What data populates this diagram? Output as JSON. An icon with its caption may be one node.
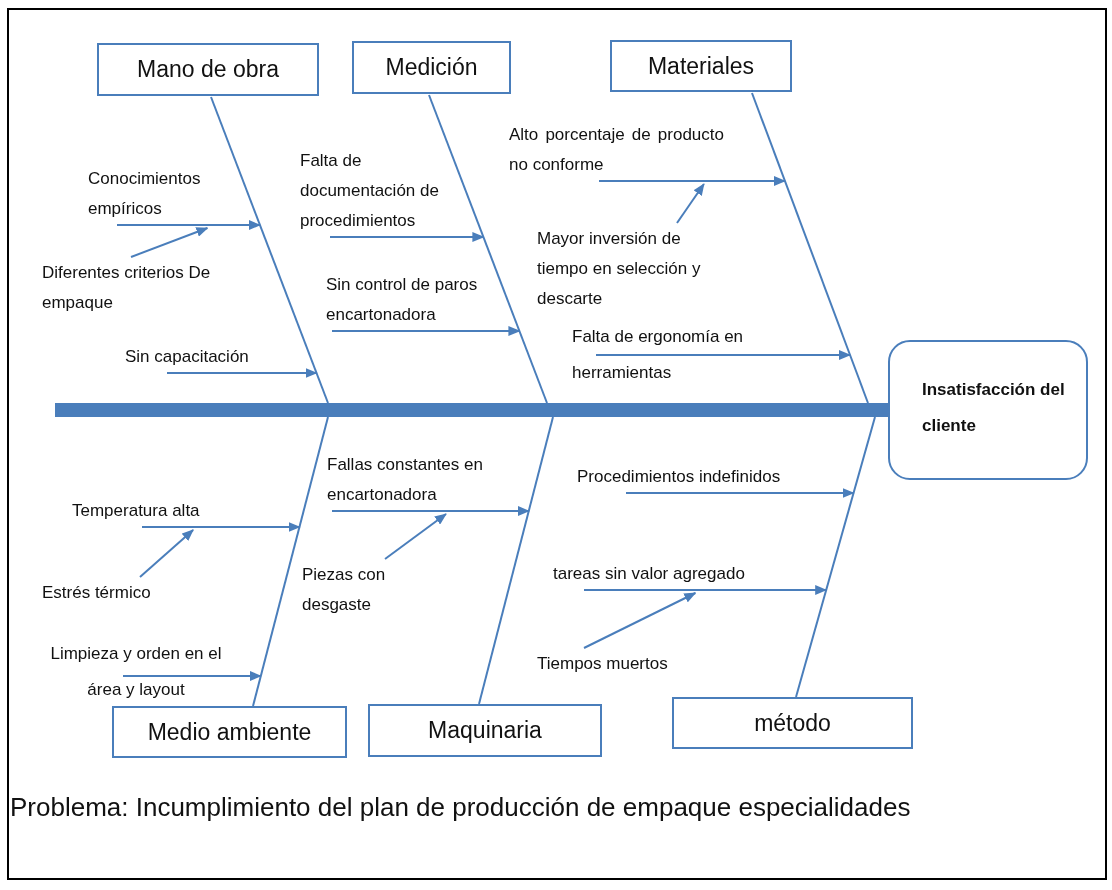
{
  "diagram": {
    "caption": "Problema: Incumplimiento del plan de producción de empaque especialidades",
    "nodes": [
      {
        "text": [
          "Mano de obra"
        ]
      },
      {
        "text": [
          "Medición"
        ]
      },
      {
        "text": [
          "Materiales"
        ]
      },
      {
        "text": [
          "Insatisfacción del cliente"
        ]
      },
      {
        "text": [
          "Medio ambiente"
        ]
      },
      {
        "text": [
          "Maquinaria"
        ]
      },
      {
        "text": [
          "método"
        ]
      },
      {
        "text": [
          "Conocimientos empíricos"
        ]
      },
      {
        "text": [
          "Diferentes criterios De empaque"
        ]
      },
      {
        "text": [
          "Sin capacitación"
        ]
      },
      {
        "text": [
          "Falta de documentación de procedimientos"
        ]
      },
      {
        "text": [
          "Sin control de paros encartonadora"
        ]
      },
      {
        "text": [
          "Alto porcentaje de producto no conforme"
        ]
      },
      {
        "text": [
          "Mayor inversión de tiempo en selección y descarte"
        ]
      },
      {
        "text": [
          "Falta de ergonomía en herramientas"
        ]
      },
      {
        "text": [
          "Temperatura alta"
        ]
      },
      {
        "text": [
          "Estrés térmico"
        ]
      },
      {
        "text": [
          "Limpieza y orden en el área y layout"
        ]
      },
      {
        "text": [
          "Fallas constantes en encartonadora"
        ]
      },
      {
        "text": [
          "Piezas con desgaste"
        ]
      },
      {
        "text": [
          "Procedimientos indefinidos"
        ]
      },
      {
        "text": [
          "tareas sin valor agregado"
        ]
      },
      {
        "text": [
          "Tiempos muertos"
        ]
      },
      {
        "text": [],
        "shape": "line"
      },
      {
        "text": [],
        "shape": "line"
      },
      {
        "text": [],
        "shape": "line"
      },
      {
        "text": [],
        "shape": "bar"
      },
      {
        "text": [],
        "shape": "line"
      },
      {
        "text": [],
        "shape": "line"
      },
      {
        "text": [],
        "shape": "line"
      }
    ],
    "edges": [
      {
        "from": 7,
        "to": 23,
        "arrow": "to"
      },
      {
        "from": 8,
        "to": 7,
        "arrow": "to"
      },
      {
        "from": 9,
        "to": 23,
        "arrow": "to"
      },
      {
        "from": 10,
        "to": 24,
        "arrow": "to"
      },
      {
        "from": 11,
        "to": 24,
        "arrow": "to"
      },
      {
        "from": 12,
        "to": 25,
        "arrow": "to"
      },
      {
        "from": 13,
        "to": 12,
        "arrow": "to"
      },
      {
        "from": 14,
        "to": 25,
        "arrow": "to"
      },
      {
        "from": 15,
        "to": 27,
        "arrow": "to"
      },
      {
        "from": 16,
        "to": 15,
        "arrow": "to"
      },
      {
        "from": 17,
        "to": 27,
        "arrow": "to"
      },
      {
        "from": 18,
        "to": 28,
        "arrow": "to"
      },
      {
        "from": 19,
        "to": 18,
        "arrow": "to"
      },
      {
        "from": 20,
        "to": 29,
        "arrow": "to"
      },
      {
        "from": 21,
        "to": 29,
        "arrow": "to"
      },
      {
        "from": 22,
        "to": 21,
        "arrow": "to"
      }
    ]
  }
}
